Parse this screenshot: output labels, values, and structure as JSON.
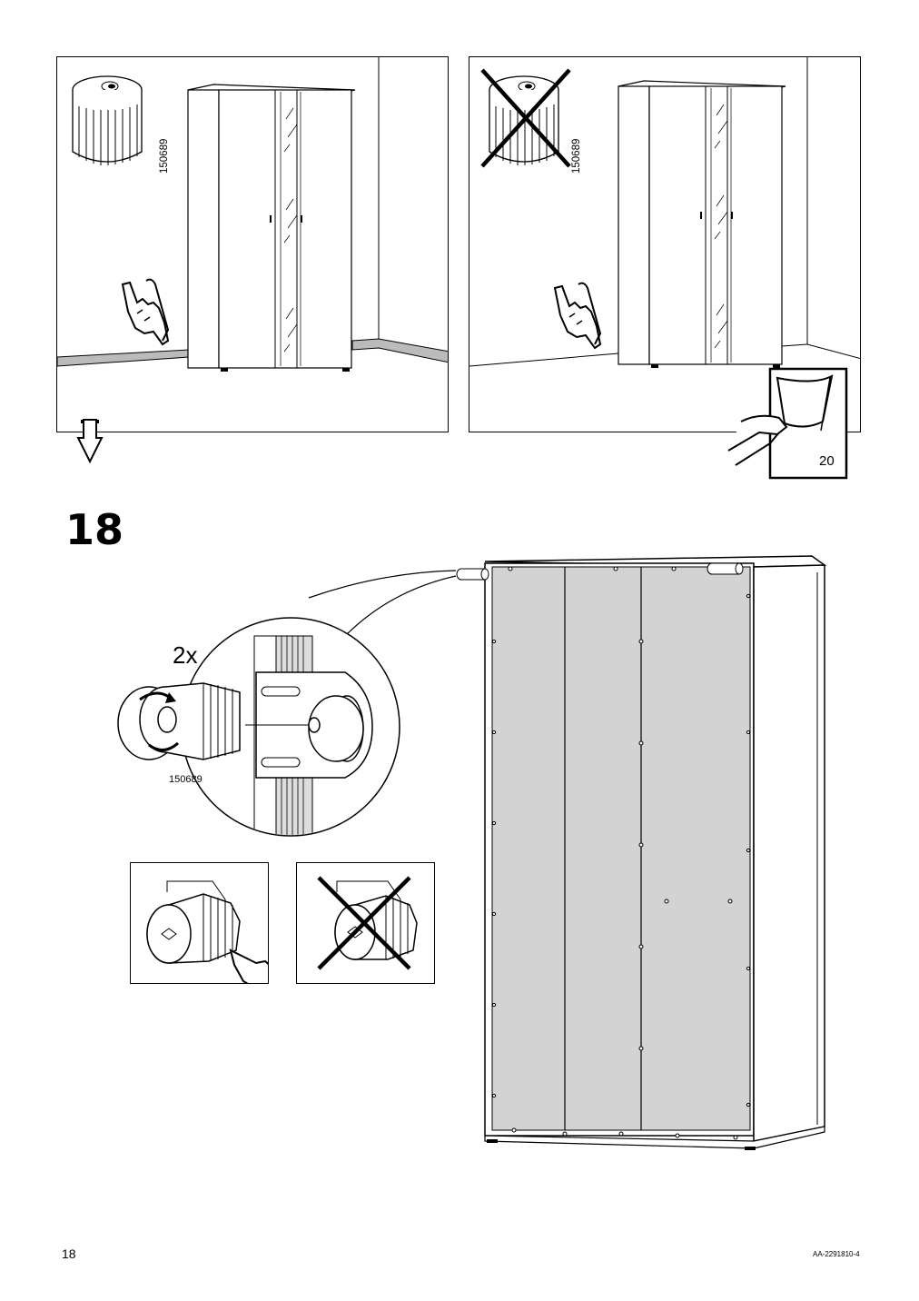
{
  "top_panels": {
    "left": {
      "part_number": "150689"
    },
    "right": {
      "part_number": "150689"
    }
  },
  "page_reference": {
    "page": "20"
  },
  "step": {
    "number": "18",
    "quantity": "2x",
    "part_number": "150689"
  },
  "footer": {
    "page_number": "18",
    "doc_id": "AA-2291810-4"
  }
}
